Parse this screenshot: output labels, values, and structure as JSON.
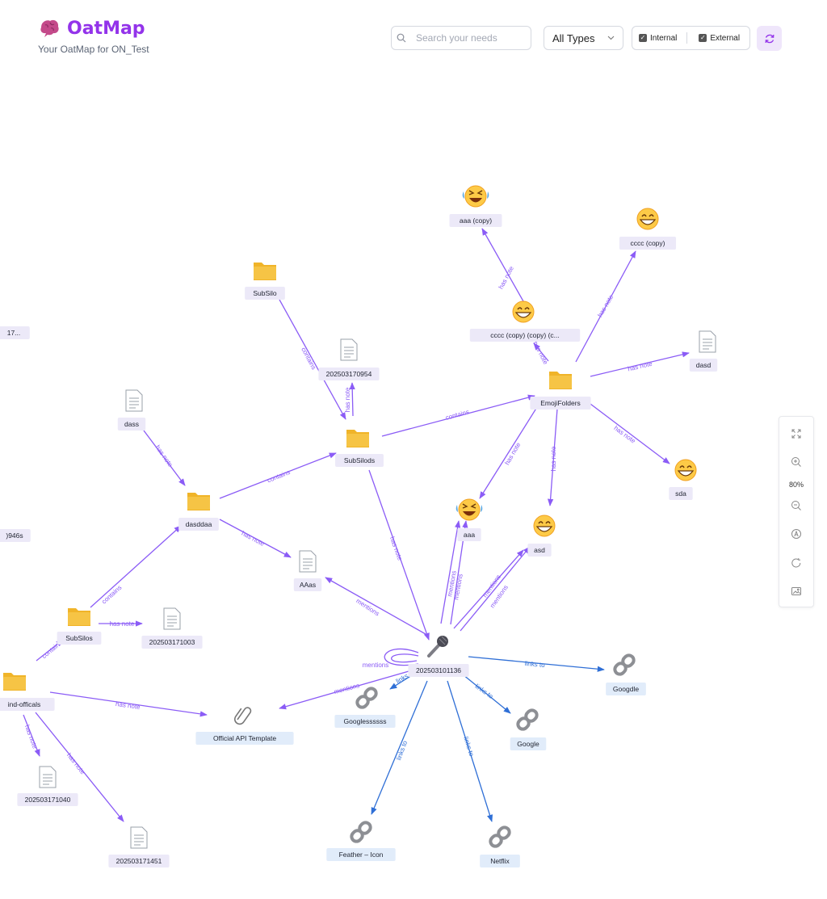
{
  "app": {
    "title": "OatMap",
    "subtitle": "Your OatMap for ON_Test"
  },
  "toolbar": {
    "search_placeholder": "Search your needs",
    "type_filter": "All Types",
    "internal_label": "Internal",
    "external_label": "External"
  },
  "zoom": {
    "level": "80%"
  },
  "graph": {
    "nodes": [
      {
        "id": "aaa_copy",
        "label": "aaa (copy)",
        "icon": "rofl-emoji"
      },
      {
        "id": "cccc_copy",
        "label": "cccc (copy)",
        "icon": "grin-emoji"
      },
      {
        "id": "subsilo",
        "label": "SubSilo",
        "icon": "folder"
      },
      {
        "id": "cccc3",
        "label": "cccc (copy) (copy) (c...",
        "icon": "grin-emoji"
      },
      {
        "id": "n202503170954",
        "label": "202503170954",
        "icon": "document"
      },
      {
        "id": "dasd",
        "label": "dasd",
        "icon": "document"
      },
      {
        "id": "emojifolders",
        "label": "EmojiFolders",
        "icon": "folder"
      },
      {
        "id": "dass",
        "label": "dass",
        "icon": "document"
      },
      {
        "id": "subsilods",
        "label": "SubSilods",
        "icon": "folder"
      },
      {
        "id": "sda",
        "label": "sda",
        "icon": "grin-emoji"
      },
      {
        "id": "aaa",
        "label": "aaa",
        "icon": "rofl-emoji"
      },
      {
        "id": "asd",
        "label": "asd",
        "icon": "grin-emoji"
      },
      {
        "id": "dasddaa",
        "label": "dasddaa",
        "icon": "folder"
      },
      {
        "id": "aaas",
        "label": "AAas",
        "icon": "document"
      },
      {
        "id": "subsilos",
        "label": "SubSilos",
        "icon": "folder"
      },
      {
        "id": "n202503171003",
        "label": "202503171003",
        "icon": "document"
      },
      {
        "id": "center",
        "label": "202503101136",
        "icon": "microphone"
      },
      {
        "id": "googdle",
        "label": "Googdle",
        "icon": "link"
      },
      {
        "id": "googless",
        "label": "Googlessssss",
        "icon": "link"
      },
      {
        "id": "google",
        "label": "Google",
        "icon": "link"
      },
      {
        "id": "offapi",
        "label": "Official API Template",
        "icon": "paperclip"
      },
      {
        "id": "officals",
        "label": "ind-officals",
        "icon": "folder"
      },
      {
        "id": "n202503171040",
        "label": "202503171040",
        "icon": "document"
      },
      {
        "id": "n202503171451",
        "label": "202503171451",
        "icon": "document"
      },
      {
        "id": "feather",
        "label": "Feather – Icon",
        "icon": "link"
      },
      {
        "id": "netflix",
        "label": "Netflix",
        "icon": "link"
      },
      {
        "id": "left17",
        "label": "17...",
        "icon": "none"
      },
      {
        "id": "left946",
        "label": ")946s",
        "icon": "none"
      }
    ],
    "edges": [
      {
        "from": "cccc3",
        "to": "aaa_copy",
        "label": "has note"
      },
      {
        "from": "emojifolders",
        "to": "cccc_copy",
        "label": "has note"
      },
      {
        "from": "emojifolders",
        "to": "cccc3",
        "label": "has note"
      },
      {
        "from": "emojifolders",
        "to": "dasd",
        "label": "has note"
      },
      {
        "from": "emojifolders",
        "to": "sda",
        "label": "has note"
      },
      {
        "from": "emojifolders",
        "to": "aaa",
        "label": "has note"
      },
      {
        "from": "emojifolders",
        "to": "asd",
        "label": "has note"
      },
      {
        "from": "subsilods",
        "to": "emojifolders",
        "label": "contains"
      },
      {
        "from": "subsilo",
        "to": "subsilods",
        "label": "contains"
      },
      {
        "from": "subsilods",
        "to": "n202503170954",
        "label": "has note"
      },
      {
        "from": "subsilods",
        "to": "center",
        "label": "has note"
      },
      {
        "from": "dasddaa",
        "to": "subsilods",
        "label": "contains"
      },
      {
        "from": "dass",
        "to": "dasddaa",
        "label": "has note"
      },
      {
        "from": "dasddaa",
        "to": "aaas",
        "label": "has note"
      },
      {
        "from": "subsilos",
        "to": "dasddaa",
        "label": "contains"
      },
      {
        "from": "subsilos",
        "to": "n202503171003",
        "label": "has note"
      },
      {
        "from": "officals",
        "to": "subsilos",
        "label": "contains"
      },
      {
        "from": "officals",
        "to": "offapi",
        "label": "has note"
      },
      {
        "from": "officals",
        "to": "n202503171040",
        "label": "has note"
      },
      {
        "from": "officals",
        "to": "n202503171451",
        "label": "has note"
      },
      {
        "from": "center",
        "to": "aaas",
        "label": "mentions"
      },
      {
        "from": "center",
        "to": "aaa",
        "label": "mentions"
      },
      {
        "from": "center",
        "to": "aaa",
        "label": "mentions"
      },
      {
        "from": "center",
        "to": "asd",
        "label": "mentions"
      },
      {
        "from": "center",
        "to": "asd",
        "label": "mentions"
      },
      {
        "from": "center",
        "to": "offapi",
        "label": "mentions"
      },
      {
        "from": "center",
        "to": "center",
        "label": "mentions"
      },
      {
        "from": "center",
        "to": "googdle",
        "label": "links to"
      },
      {
        "from": "center",
        "to": "googless",
        "label": "links to"
      },
      {
        "from": "center",
        "to": "google",
        "label": "links to"
      },
      {
        "from": "center",
        "to": "feather",
        "label": "links to"
      },
      {
        "from": "center",
        "to": "netflix",
        "label": "links to"
      }
    ]
  },
  "colors": {
    "brand": "#9333ea",
    "edge_internal": "#8b5cf6",
    "edge_external": "#2f6fd6",
    "label_bg_internal": "#ece9f8",
    "label_bg_external": "#e1ecfa",
    "folder": "#f6c445",
    "refresh_bg": "#efe6fb"
  }
}
